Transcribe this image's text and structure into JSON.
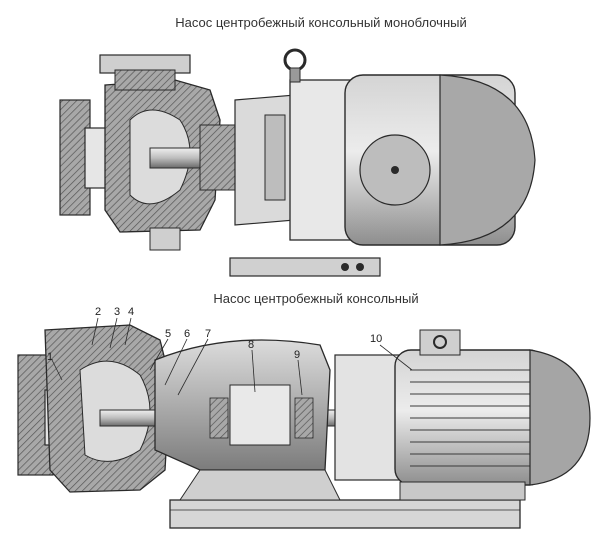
{
  "titles": {
    "top": "Насос центробежный консольный моноблочный",
    "bottom": "Насос центробежный консольный"
  },
  "callouts": [
    "1",
    "2",
    "3",
    "4",
    "5",
    "6",
    "7",
    "8",
    "9",
    "10"
  ],
  "colors": {
    "ink": "#2a2a2a",
    "shade_dark": "#5a5a5a",
    "shade_mid": "#9a9a9a",
    "shade_light": "#c9c9c9",
    "paper": "#ffffff"
  }
}
